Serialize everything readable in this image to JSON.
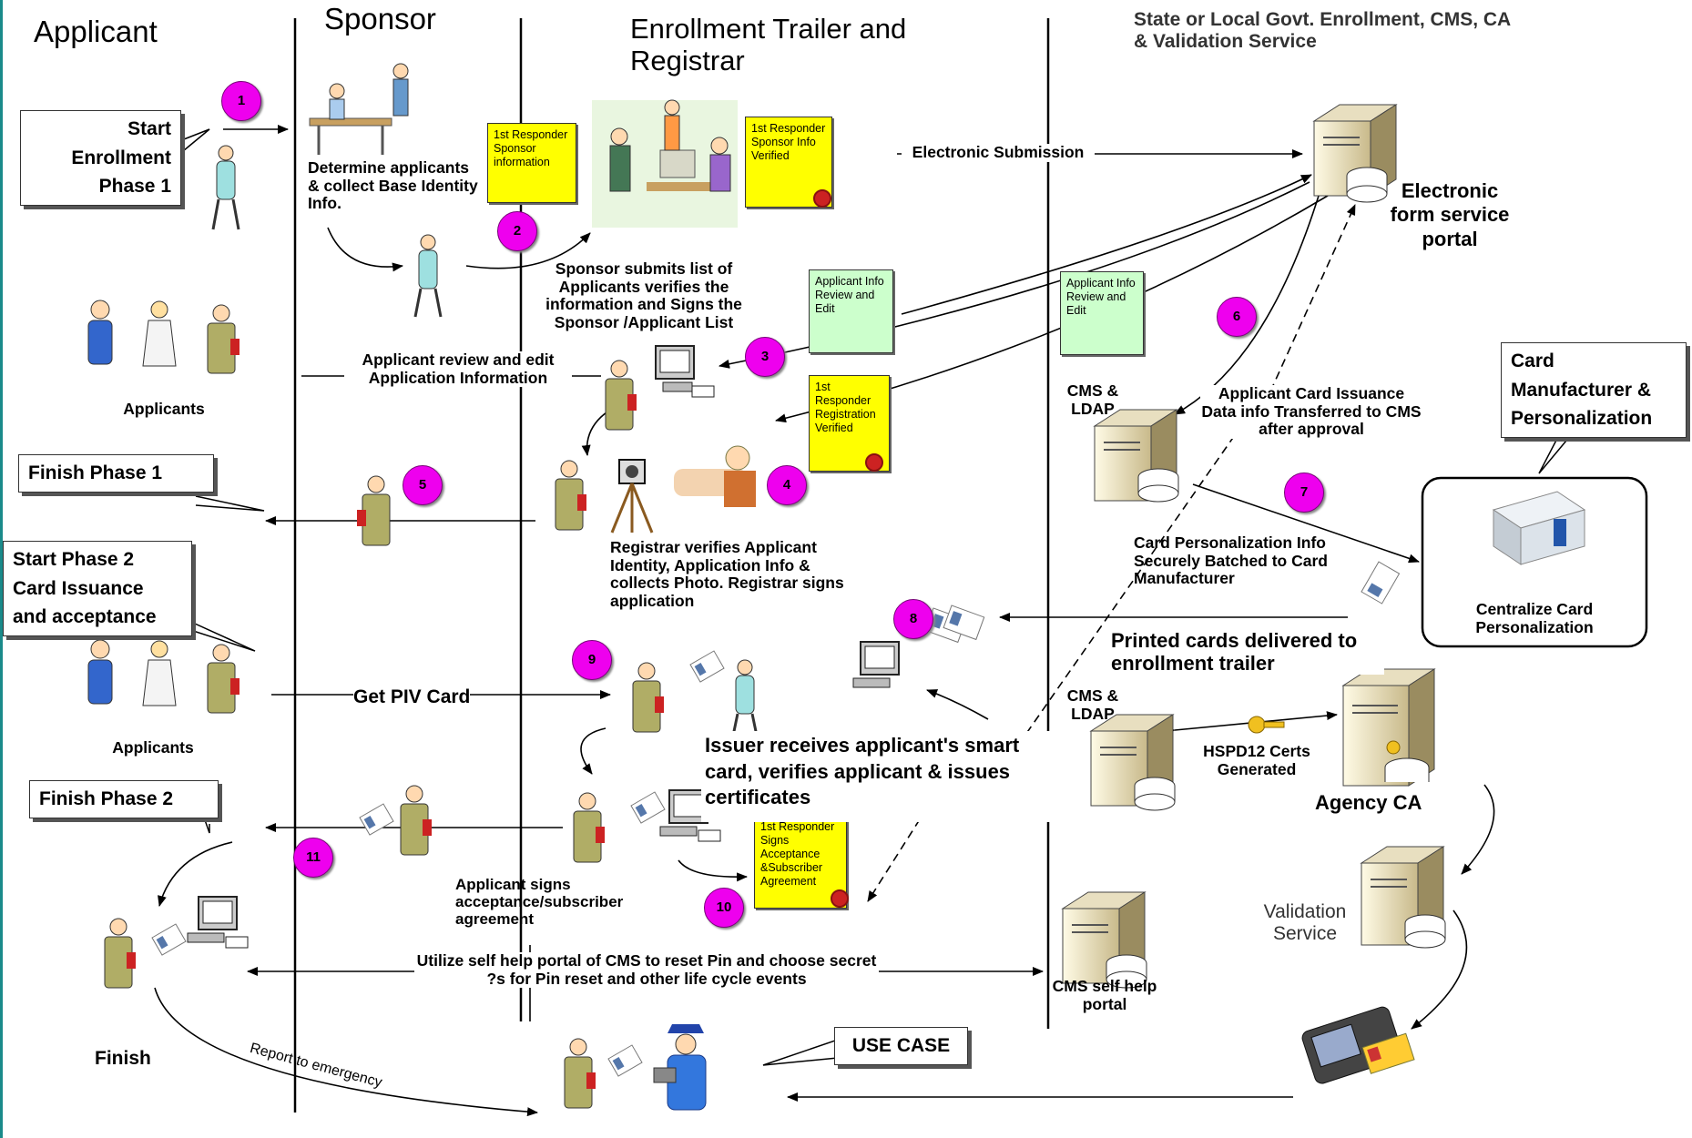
{
  "lanes": {
    "applicant": "Applicant",
    "sponsor": "Sponsor",
    "trailer": "Enrollment Trailer and Registrar",
    "govt": "State or Local Govt. Enrollment, CMS, CA & Validation Service"
  },
  "callouts": {
    "start_phase1": "Start Enrollment Phase 1",
    "finish_phase1": "Finish Phase 1",
    "start_phase2": "Start Phase 2 Card Issuance and acceptance",
    "finish_phase2": "Finish Phase 2",
    "card_manufacturer": "Card Manufacturer & Personalization",
    "use_case": "USE CASE"
  },
  "steps": [
    "1",
    "2",
    "3",
    "4",
    "5",
    "6",
    "7",
    "8",
    "9",
    "10",
    "11"
  ],
  "notes": {
    "sponsor_info": "1st Responder Sponsor information",
    "sponsor_verified": "1st Responder Sponsor Info Verified",
    "applicant_review_1": "Applicant Info Review and Edit",
    "applicant_review_2": "Applicant Info Review and Edit",
    "registration_verified": "1st Responder Registration Verified",
    "acceptance": "1st Responder Signs Acceptance &Subscriber Agreement"
  },
  "labels": {
    "determine": "Determine applicants & collect Base Identity Info.",
    "sponsor_submits": "Sponsor submits list of Applicants verifies the information and Signs the Sponsor /Applicant List",
    "applicants_1": "Applicants",
    "applicants_2": "Applicants",
    "applicant_review": "Applicant review and edit Application Information",
    "electronic_submission": "Electronic Submission",
    "electronic_portal": "Electronic form service portal",
    "cms_ldap_1": "CMS & LDAP",
    "cms_ldap_2": "CMS & LDAP",
    "card_issuance_data": "Applicant Card Issuance Data info Transferred to CMS after approval",
    "registrar_verifies": "Registrar verifies Applicant Identity, Application Info & collects Photo. Registrar signs application",
    "card_personalization_info": "Card Personalization Info Securely Batched to Card Manufacturer",
    "centralize": "Centralize Card Personalization",
    "printed_cards": "Printed cards delivered to enrollment trailer",
    "get_piv": "Get PIV Card",
    "issuer_receives": "Issuer receives applicant's smart card, verifies applicant & issues certificates",
    "hspd12": "HSPD12 Certs Generated",
    "agency_ca": "Agency CA",
    "validation": "Validation Service",
    "applicant_signs": "Applicant signs acceptance/subscriber agreement",
    "self_help": "Utilize self help portal of CMS to reset Pin and choose secret ?s for Pin reset and other life cycle events",
    "cms_self": "CMS self help portal",
    "finish": "Finish",
    "report": "Report to emergency"
  }
}
